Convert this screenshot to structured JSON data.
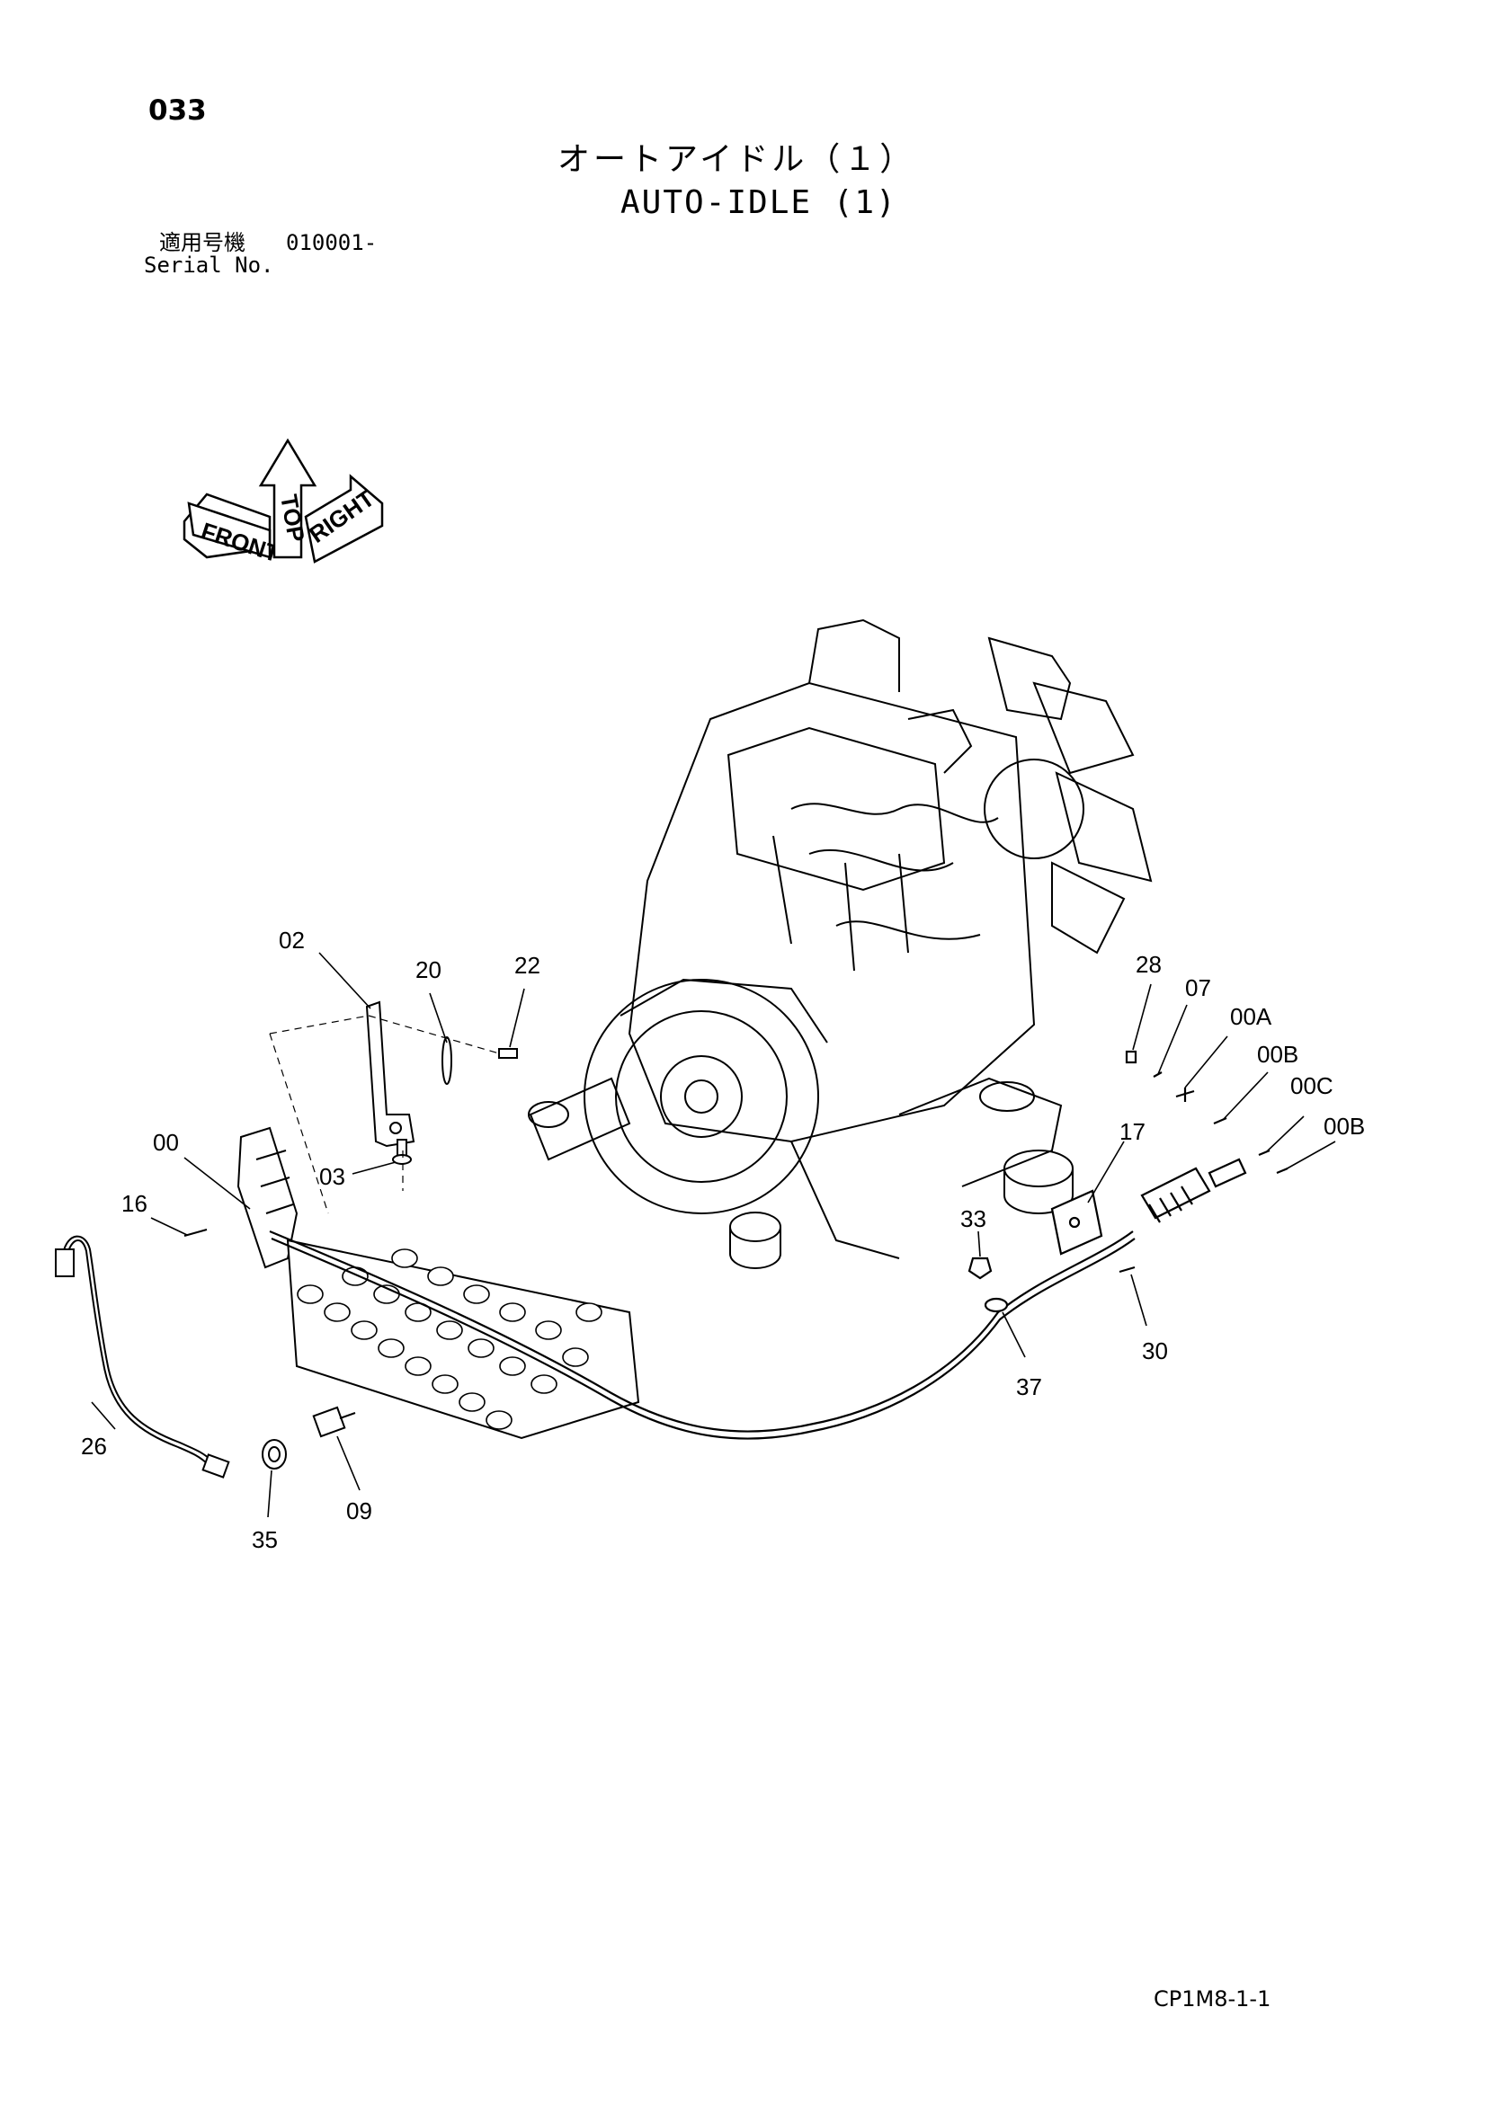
{
  "page_number": "033",
  "title": {
    "japanese": "オートアイドル（１）",
    "english": "AUTO-IDLE (1)"
  },
  "serial": {
    "label_jp": "適用号機",
    "value": "010001-",
    "label_en": "Serial No."
  },
  "orientation_marker": {
    "front": "FRONT",
    "top": "TOP",
    "right": "RIGHT"
  },
  "part_callouts": [
    {
      "id": "02"
    },
    {
      "id": "20"
    },
    {
      "id": "22"
    },
    {
      "id": "00"
    },
    {
      "id": "03"
    },
    {
      "id": "16"
    },
    {
      "id": "26"
    },
    {
      "id": "35"
    },
    {
      "id": "09"
    },
    {
      "id": "28"
    },
    {
      "id": "07"
    },
    {
      "id": "00A"
    },
    {
      "id": "00B"
    },
    {
      "id": "00C"
    },
    {
      "id": "00B"
    },
    {
      "id": "17"
    },
    {
      "id": "33"
    },
    {
      "id": "30"
    },
    {
      "id": "37"
    }
  ],
  "document_code": "CP1M8-1-1"
}
